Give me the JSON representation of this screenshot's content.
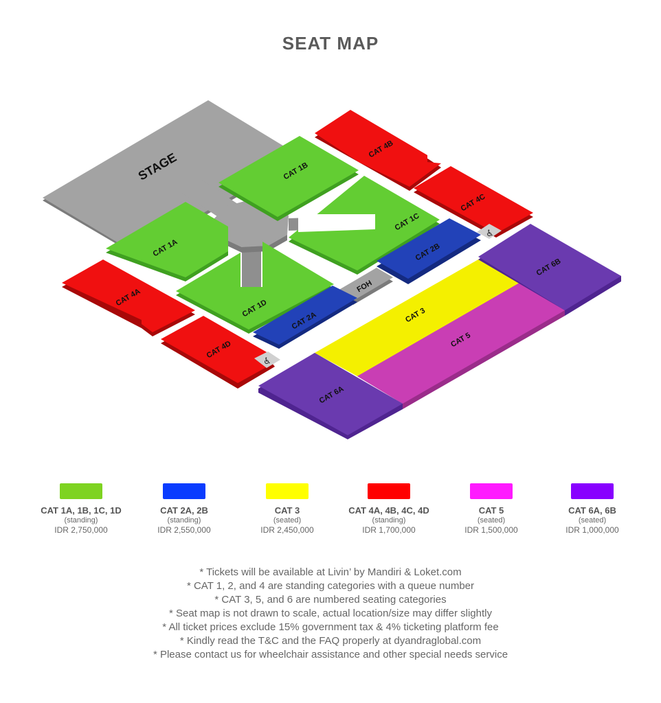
{
  "title": "SEAT MAP",
  "map": {
    "stage_label": "STAGE",
    "foh_label": "FOH",
    "wheelchair_icon": "wheelchair-icon",
    "zones": {
      "cat1a": "CAT 1A",
      "cat1b": "CAT 1B",
      "cat1c": "CAT 1C",
      "cat1d": "CAT 1D",
      "cat2a": "CAT 2A",
      "cat2b": "CAT 2B",
      "cat3": "CAT 3",
      "cat4a": "CAT 4A",
      "cat4b": "CAT 4B",
      "cat4c": "CAT 4C",
      "cat4d": "CAT 4D",
      "cat5": "CAT 5",
      "cat6a": "CAT 6A",
      "cat6b": "CAT 6B"
    }
  },
  "colors": {
    "stage": "#a3a3a3",
    "cat1": "#63cd33",
    "cat2": "#2242b8",
    "cat3": "#f4f000",
    "cat4": "#f01010",
    "cat5": "#c93eb4",
    "cat6": "#6a3aaf"
  },
  "legend": [
    {
      "name": "CAT 1A, 1B, 1C, 1D",
      "type": "(standing)",
      "price": "IDR 2,750,000",
      "color": "#7ed321"
    },
    {
      "name": "CAT 2A, 2B",
      "type": "(standing)",
      "price": "IDR 2,550,000",
      "color": "#0a3cff"
    },
    {
      "name": "CAT 3",
      "type": "(seated)",
      "price": "IDR 2,450,000",
      "color": "#ffff00"
    },
    {
      "name": "CAT 4A, 4B, 4C, 4D",
      "type": "(standing)",
      "price": "IDR 1,700,000",
      "color": "#ff0000"
    },
    {
      "name": "CAT 5",
      "type": "(seated)",
      "price": "IDR 1,500,000",
      "color": "#ff1aff"
    },
    {
      "name": "CAT 6A, 6B",
      "type": "(seated)",
      "price": "IDR 1,000,000",
      "color": "#8800ff"
    }
  ],
  "notes": [
    "* Tickets will be available at Livin’ by Mandiri & Loket.com",
    "* CAT 1, 2, and 4 are standing categories with a queue number",
    "* CAT 3, 5, and 6 are numbered seating categories",
    "* Seat map is not drawn to scale, actual location/size may differ slightly",
    "* All ticket prices exclude 15% government tax & 4% ticketing platform fee",
    "* Kindly read the T&C and the FAQ properly at dyandraglobal.com",
    "* Please contact us for wheelchair assistance and other special needs service"
  ]
}
